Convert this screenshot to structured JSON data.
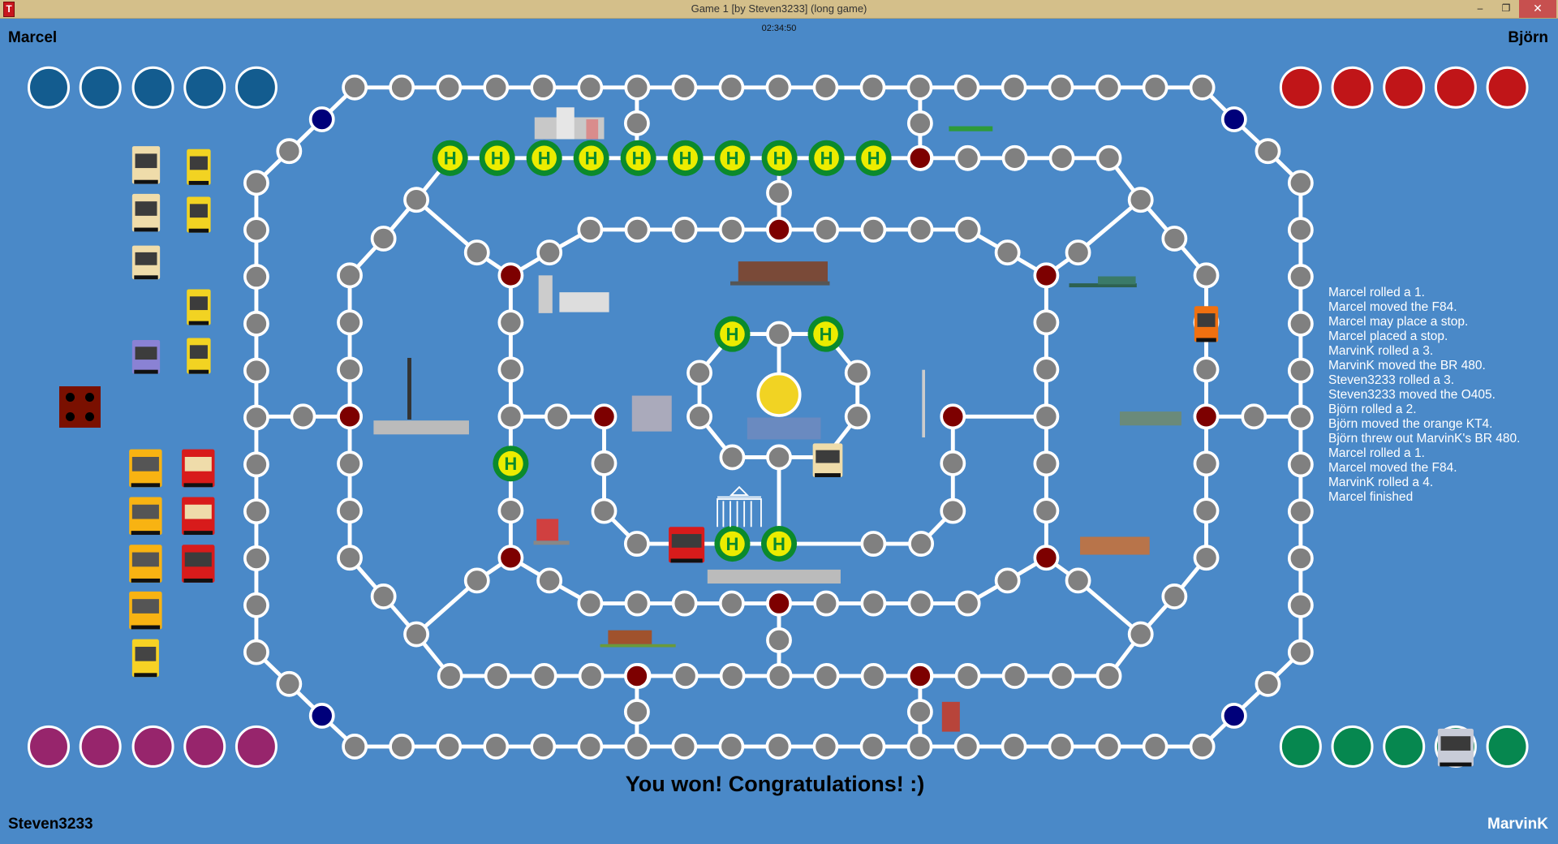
{
  "window": {
    "title": "Game 1 [by Steven3233] (long game)",
    "app_icon": "T",
    "controls": {
      "minimize": "–",
      "maximize": "❐",
      "close": "✕"
    }
  },
  "clock": "02:34:50",
  "players": {
    "top_left": {
      "name": "Marcel",
      "color": "#135c8f"
    },
    "top_right": {
      "name": "Björn",
      "color": "#c01518"
    },
    "bottom_left": {
      "name": "Steven3233",
      "color": "#97256c"
    },
    "bottom_right": {
      "name": "MarvinK",
      "color": "#06874f"
    }
  },
  "die": {
    "value": 4,
    "color": "#7a1000"
  },
  "message": "You won! Congratulations! :)",
  "log": [
    "Marcel rolled a 1.",
    "Marcel moved the F84.",
    "Marcel may place a stop.",
    "Marcel placed a stop.",
    "MarvinK rolled a 3.",
    "MarvinK moved the BR 480.",
    "Steven3233 rolled a 3.",
    "Steven3233 moved the O405.",
    "Björn rolled a 2.",
    "Björn moved the orange KT4.",
    "Björn threw out MarvinK's BR 480.",
    "Marcel rolled a 1.",
    "Marcel moved the F84.",
    "MarvinK rolled a 4.",
    "Marcel finished"
  ],
  "board_colors": {
    "background": "#4a89c8",
    "node": "#808080",
    "junction": "#7d0000",
    "corner": "#00007a",
    "stop_ring": "#0b8a2c",
    "stop_fill": "#ecec00",
    "goal": "#f1d323",
    "line": "#ffffff"
  },
  "stop_label": "H",
  "pieces": {
    "marcel_stack": [
      "bus-double-decker",
      "bus-double-decker",
      "bus",
      "bus-purple",
      "tram-yellow",
      "tram-yellow",
      "tram-yellow",
      "tram-yellow",
      "ubahn-yellow",
      "ubahn-yellow",
      "ubahn-yellow",
      "ubahn-yellow",
      "ubahn-f84",
      "sbahn-red",
      "sbahn-red",
      "sbahn-red"
    ],
    "on_board": [
      "orange KT4",
      "O405",
      "BR 480 (S-Bahn)"
    ],
    "marvink_home_piece": "BR 480"
  }
}
